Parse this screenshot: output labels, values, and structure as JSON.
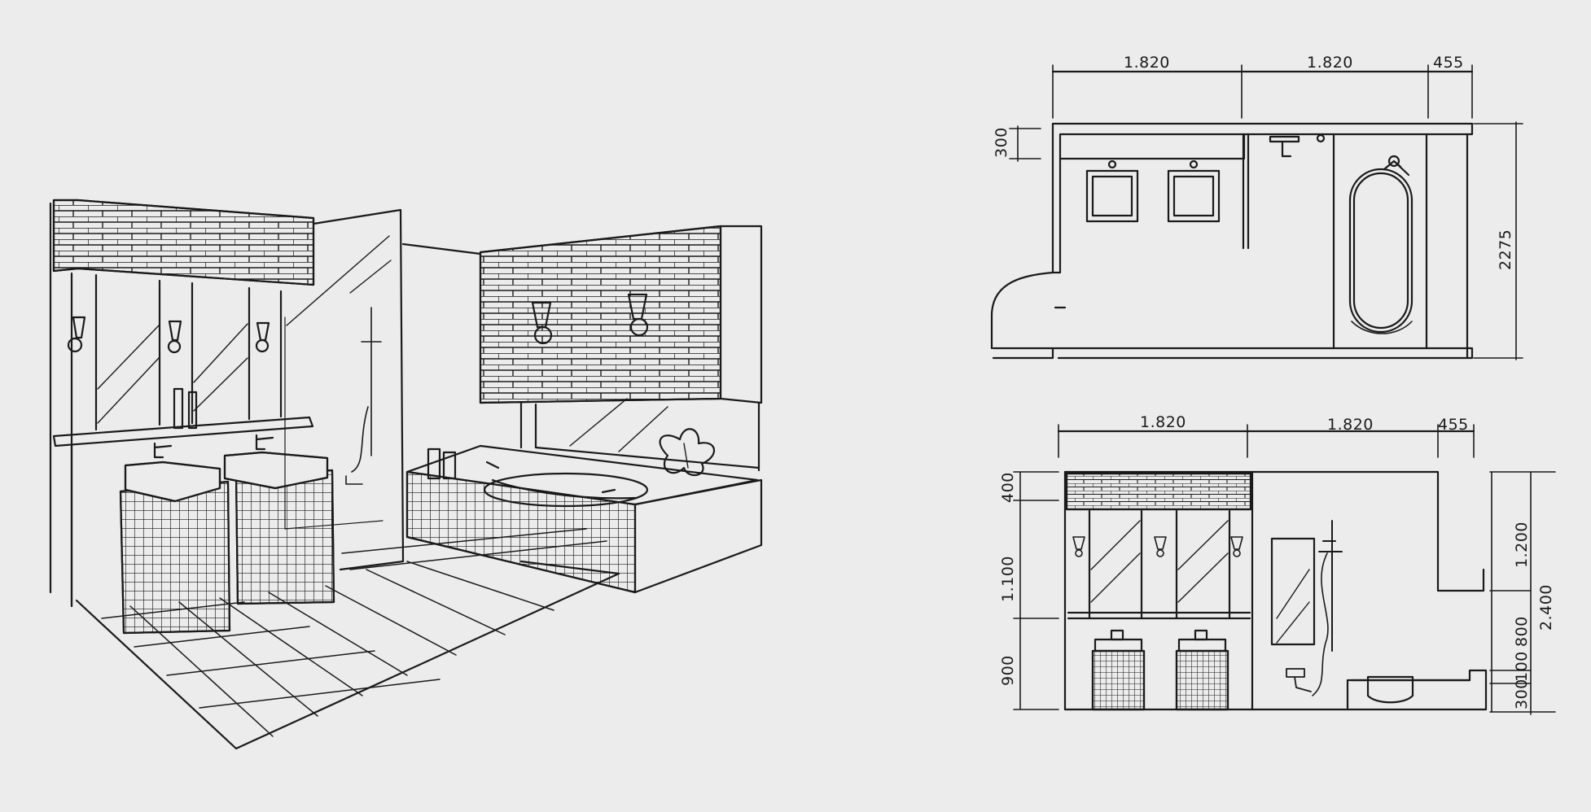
{
  "plan": {
    "dims_top": [
      "1.820",
      "1.820",
      "455"
    ],
    "dim_left": "300",
    "dim_right": "2275"
  },
  "elevation": {
    "dims_top": [
      "1.820",
      "1.820",
      "455"
    ],
    "dims_left": [
      "400",
      "1.100",
      "900"
    ],
    "dims_right_a": [
      "1.200",
      "800",
      "100",
      "300"
    ],
    "dim_right_total": "2.400"
  },
  "colors": {
    "paper": "#ebeceb",
    "ink": "#1a1a1a"
  }
}
